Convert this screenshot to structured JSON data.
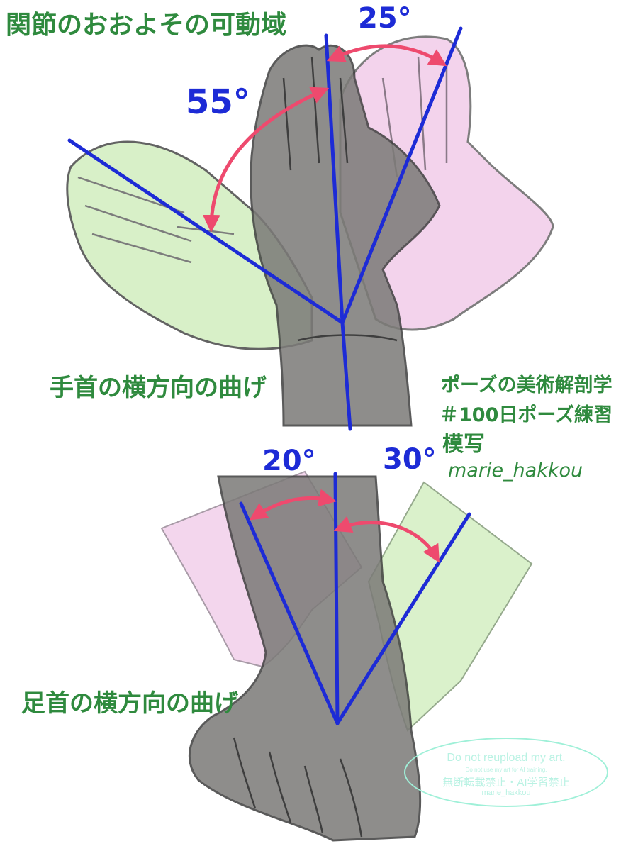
{
  "title": "関節のおおよその可動域",
  "wrist": {
    "caption": "手首の横方向の曲げ",
    "angle_left": "55°",
    "angle_right": "25°"
  },
  "ankle": {
    "caption": "足首の横方向の曲げ",
    "angle_left": "20°",
    "angle_right": "30°"
  },
  "credits": {
    "line1": "ポーズの美術解剖学",
    "line2": "＃100日ポーズ練習",
    "line3": "模写",
    "line4": "marie_hakkou"
  },
  "watermark": {
    "line1": "Do  not  reupload  my  art.",
    "line2": "Do  not  use  my  art  for  AI  training.",
    "line3": "無断転載禁止・AI学習禁止",
    "line4": "marie_hakkou"
  },
  "colors": {
    "axis_line": "#1d2bd6",
    "arrow": "#ee4a6e",
    "text_green": "#2f8a3e",
    "hand_green": "#d6f0c6",
    "hand_pink": "#f2cfea",
    "hand_gray": "#7b7a77",
    "watermark": "#9ff0d8"
  }
}
